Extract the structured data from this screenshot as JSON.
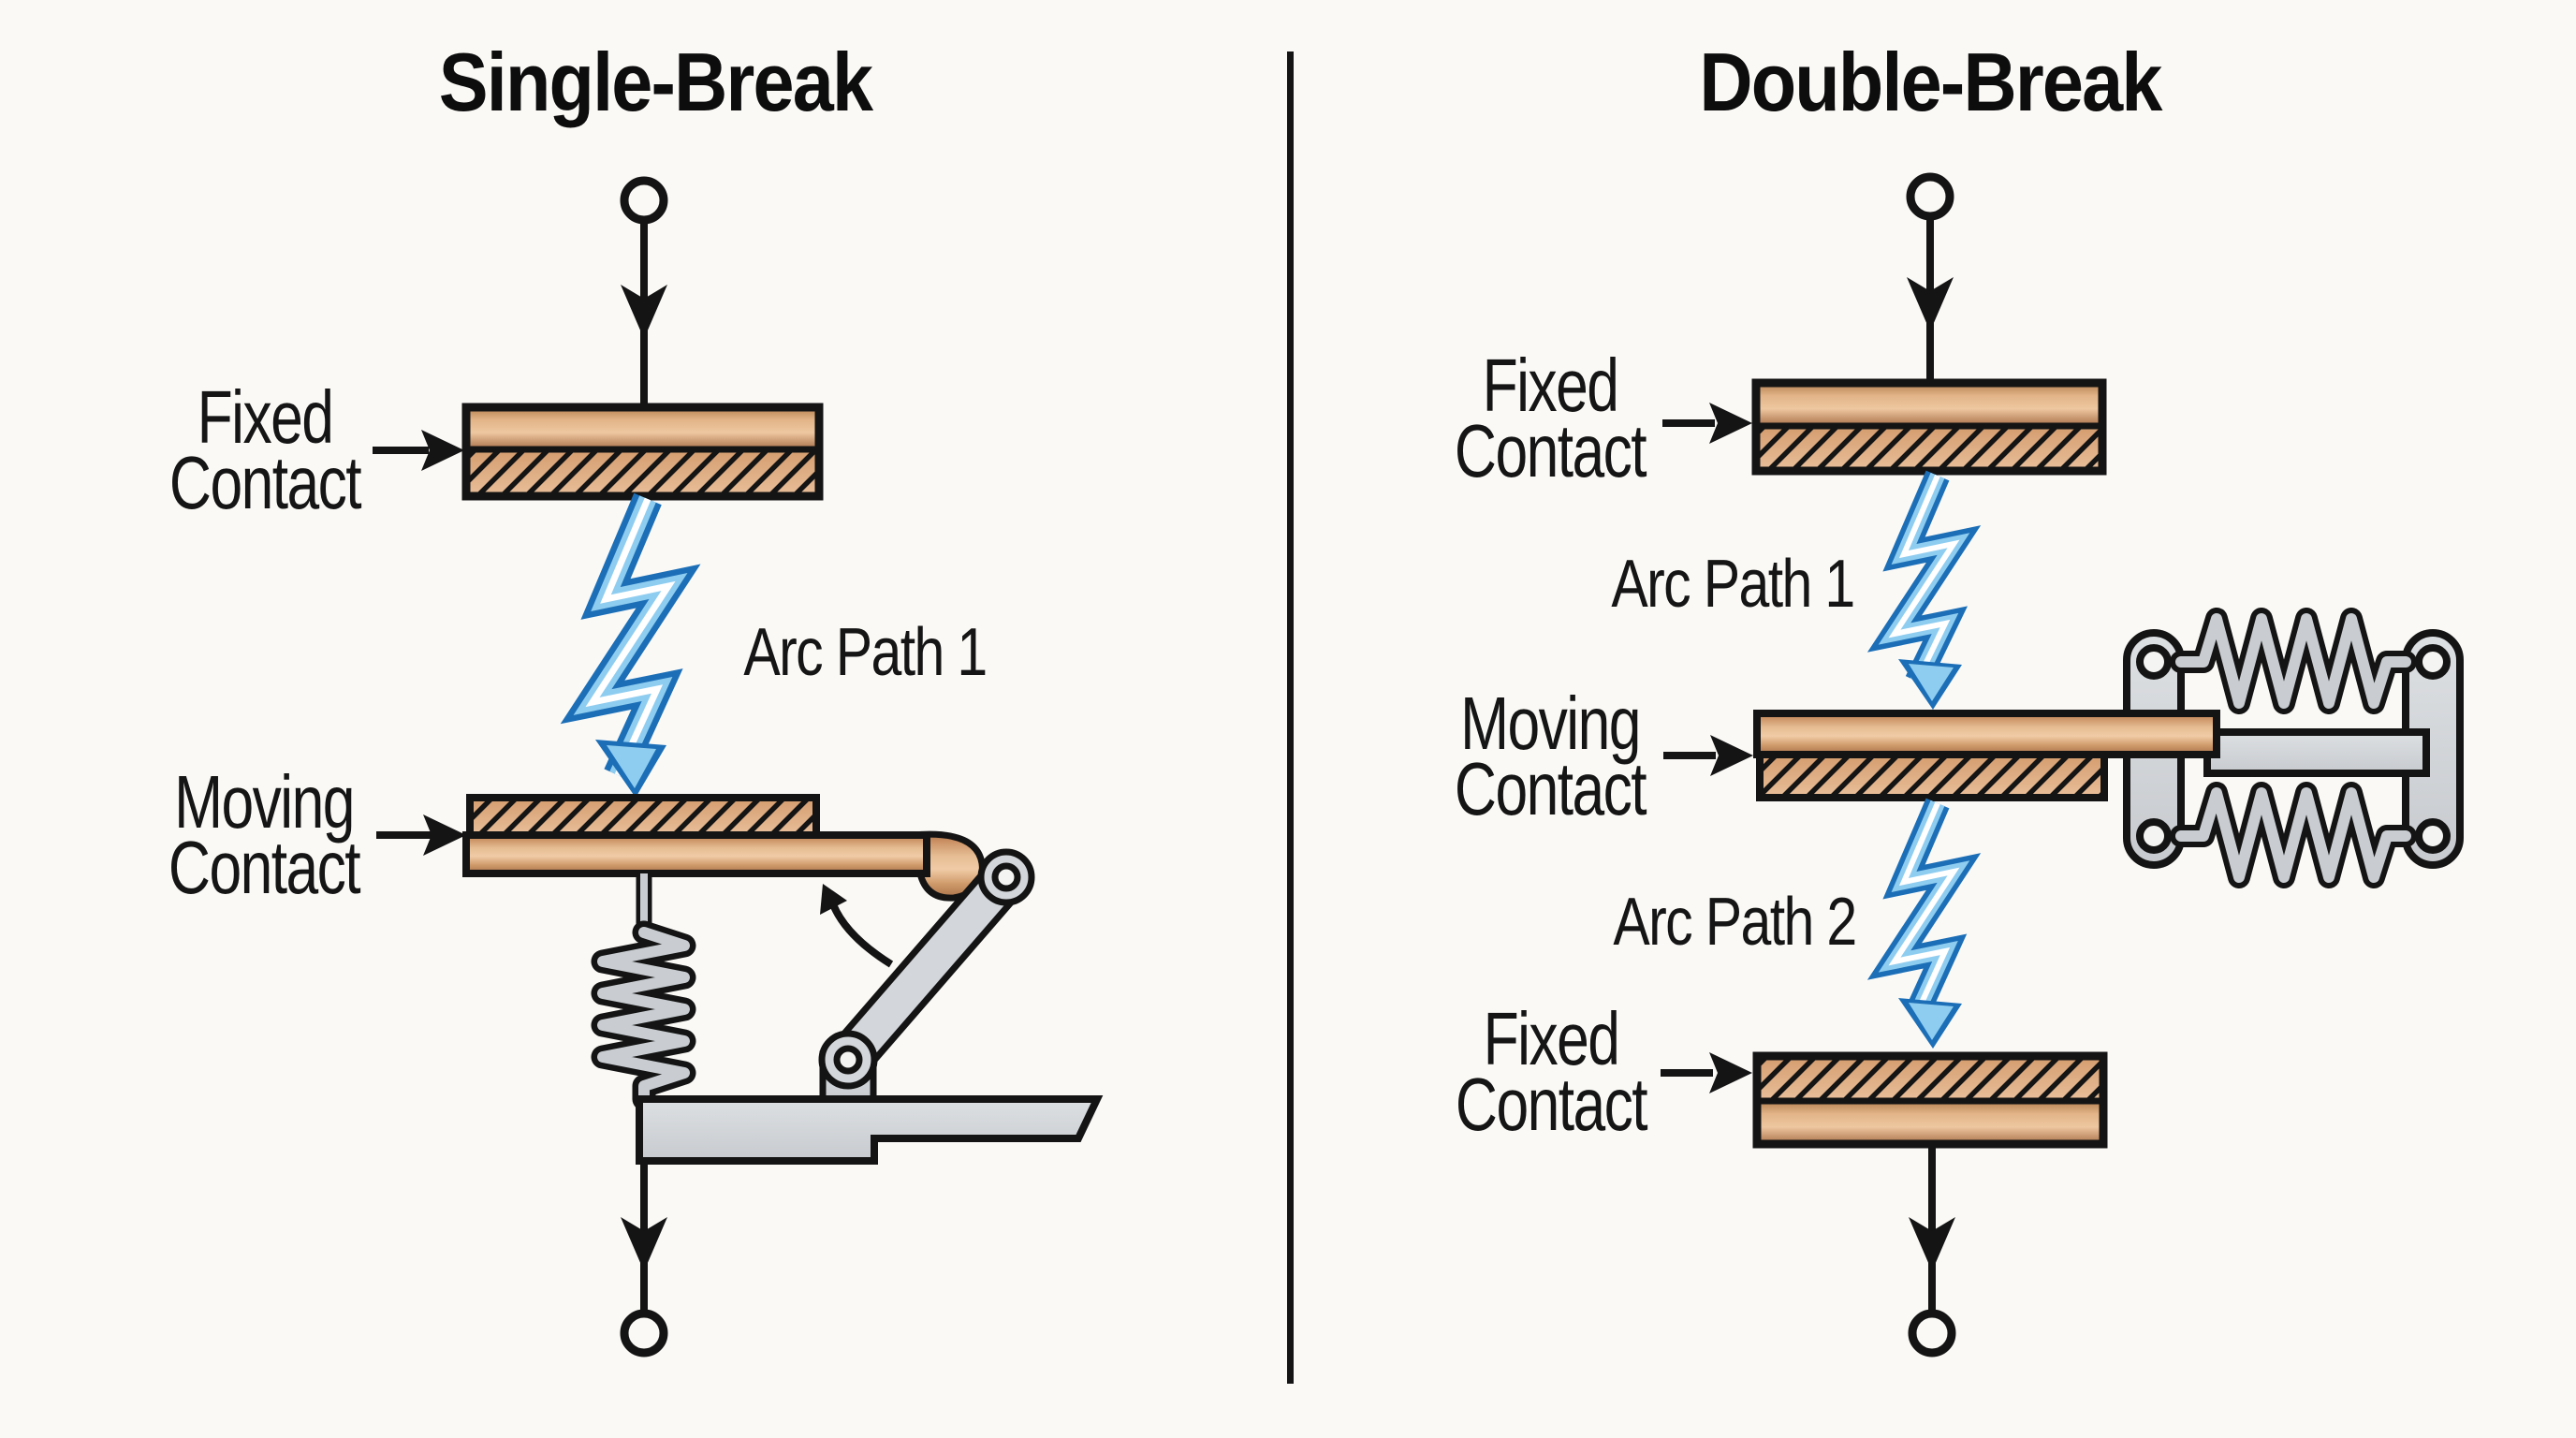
{
  "figure": {
    "type": "contact-arc-diagram",
    "divider": "vertical-rule"
  },
  "colors": {
    "background": "#faf9f6",
    "line_black": "#141414",
    "copper_highlight": "#f0cba6",
    "copper_mid": "#d79e6f",
    "copper_shadow": "#aa7348",
    "hatch_base": "#dca87c",
    "metal_gray": "#d3d6da",
    "spring_gray": "#c9cdd1",
    "arc_blue_dark": "#1c6fb7",
    "arc_blue_light": "#8fcdf0",
    "arc_core_white": "#ffffff"
  },
  "left_panel": {
    "title": "Single-Break",
    "fixed_contact_label": "Fixed\nContact",
    "moving_contact_label": "Moving\nContact",
    "arc_path_label": "Arc Path 1"
  },
  "right_panel": {
    "title": "Double-Break",
    "fixed_contact_top_label": "Fixed\nContact",
    "moving_contact_label": "Moving\nContact",
    "fixed_contact_bottom_label": "Fixed\nContact",
    "arc_path_1_label": "Arc Path 1",
    "arc_path_2_label": "Arc Path 2"
  }
}
